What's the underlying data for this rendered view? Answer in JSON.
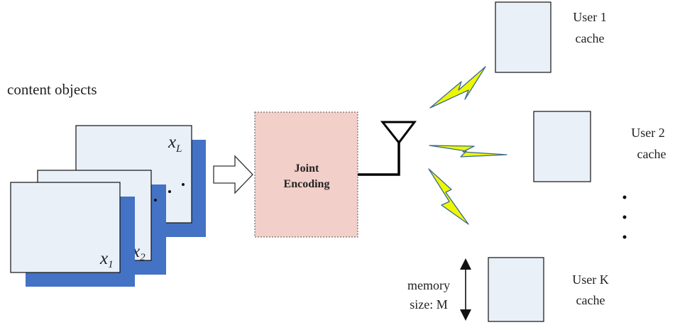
{
  "colors": {
    "document_fill": "#eaf0f8",
    "document_shadow": "#4472c4",
    "encoder_fill": "#f2cfc9",
    "lightning_fill": "#eef700",
    "lightning_stroke": "#3a6a95",
    "ink": "#222222"
  },
  "source": {
    "label": "content objects",
    "documents": [
      {
        "var": "x",
        "sub": "1"
      },
      {
        "var": "x",
        "sub": "2"
      },
      {
        "var": "x",
        "sub": "L"
      }
    ]
  },
  "encoder": {
    "line1": "Joint",
    "line2": "Encoding"
  },
  "users": [
    {
      "line1": "User 1",
      "line2": "cache"
    },
    {
      "line1": "User 2",
      "line2": "cache"
    },
    {
      "line1": "User K",
      "line2": "cache"
    }
  ],
  "memory": {
    "line1": "memory",
    "line2": "size: M"
  },
  "icons": [
    "arrow-right-icon",
    "antenna-icon",
    "lightning-icon",
    "double-arrow-icon",
    "ellipsis-dots"
  ]
}
